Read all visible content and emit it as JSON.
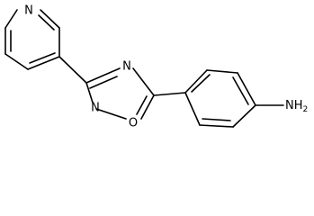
{
  "molecule": {
    "atoms": {
      "pyridine_n": "N",
      "oxadiazole_n4": "N",
      "oxadiazole_n2": "N",
      "oxadiazole_o1": "O",
      "amine_n": "NH",
      "amine_h_count": "2"
    }
  }
}
